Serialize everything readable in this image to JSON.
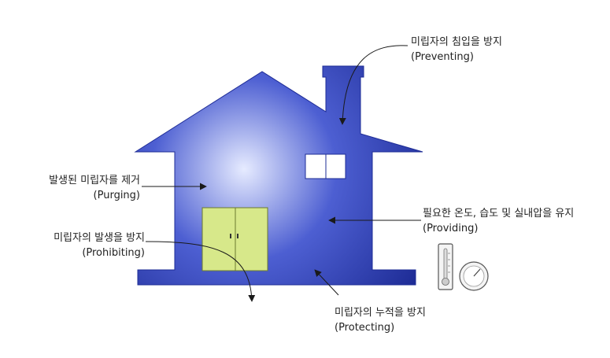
{
  "colors": {
    "house_edge": "#1e2c96",
    "house_glow": "#e6ebff",
    "house_mid": "#4d5fd2",
    "door": "#d7e88a",
    "door_edge": "#6b7a30",
    "window": "#ffffff",
    "arrow": "#1a1a1a"
  },
  "labels": {
    "preventing": {
      "ko": "미립자의 침입을 방지",
      "en": "(Preventing)"
    },
    "purging": {
      "ko": "발생된 미립자를 제거",
      "en": "(Purging)"
    },
    "providing": {
      "ko": "필요한 온도, 습도 및 실내압을 유지",
      "en": "(Providing)"
    },
    "prohibiting": {
      "ko": "미립자의 발생을 방지",
      "en": "(Prohibiting)"
    },
    "protecting": {
      "ko": "미립자의 누적을 방지",
      "en": "(Protecting)"
    }
  },
  "icons": {
    "thermometer": "thermometer-icon",
    "gauge": "gauge-icon"
  }
}
